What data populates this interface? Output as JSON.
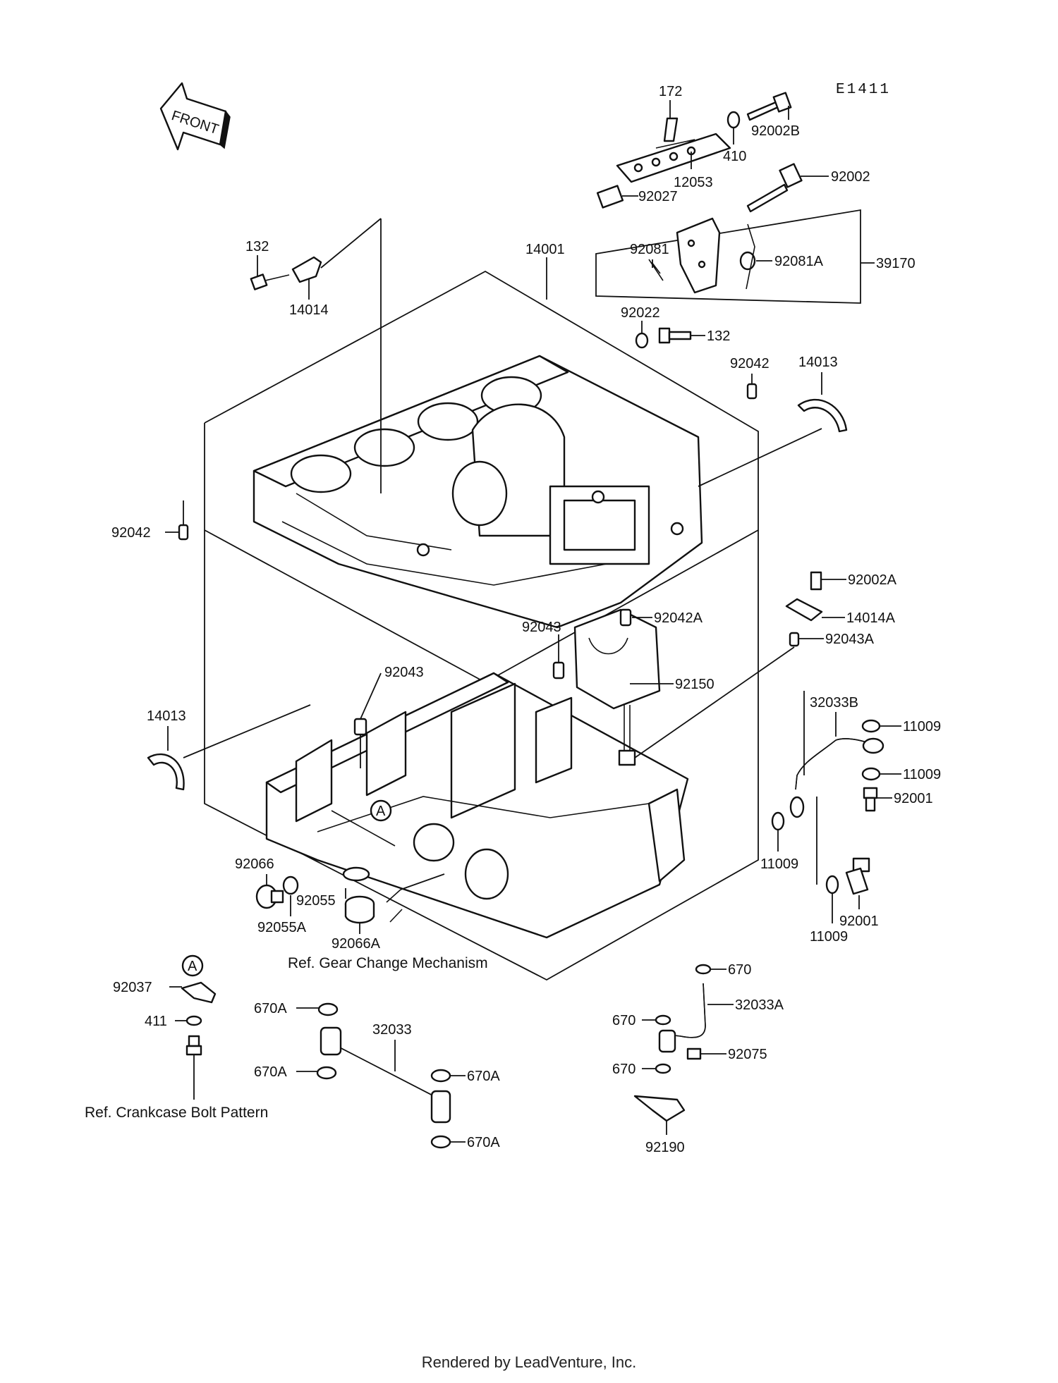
{
  "diagram_code": "E1411",
  "front_label": "FRONT",
  "callout_a": "A",
  "parts": {
    "p172": "172",
    "p92002B": "92002B",
    "p410": "410",
    "p12053": "12053",
    "p92027": "92027",
    "p92002": "92002",
    "p92081": "92081",
    "p92081A": "92081A",
    "p39170": "39170",
    "p14001": "14001",
    "p132_top": "132",
    "p14014": "14014",
    "p92022": "92022",
    "p132_mid": "132",
    "p92042_top": "92042",
    "p14013_right": "14013",
    "p92042_left": "92042",
    "p92002A": "92002A",
    "p14014A": "14014A",
    "p92043A": "92043A",
    "p92042A": "92042A",
    "p92043_center": "92043",
    "p92043_left": "92043",
    "p92150": "92150",
    "p32033B": "32033B",
    "p11009_a": "11009",
    "p11009_b": "11009",
    "p92001_a": "92001",
    "p11009_c": "11009",
    "p92001_b": "92001",
    "p11009_d": "11009",
    "p14013_left": "14013",
    "p92066": "92066",
    "p92055": "92055",
    "p92055A": "92055A",
    "p92066A": "92066A",
    "p92037": "92037",
    "p411": "411",
    "p670A_1": "670A",
    "p32033": "32033",
    "p670A_2": "670A",
    "p670A_3": "670A",
    "p670A_4": "670A",
    "p670_1": "670",
    "p32033A": "32033A",
    "p670_2": "670",
    "p92075": "92075",
    "p670_3": "670",
    "p92190": "92190"
  },
  "refs": {
    "gear_change": "Ref. Gear Change Mechanism",
    "crankcase_bolt": "Ref. Crankcase Bolt Pattern"
  },
  "footer": "Rendered by LeadVenture, Inc."
}
